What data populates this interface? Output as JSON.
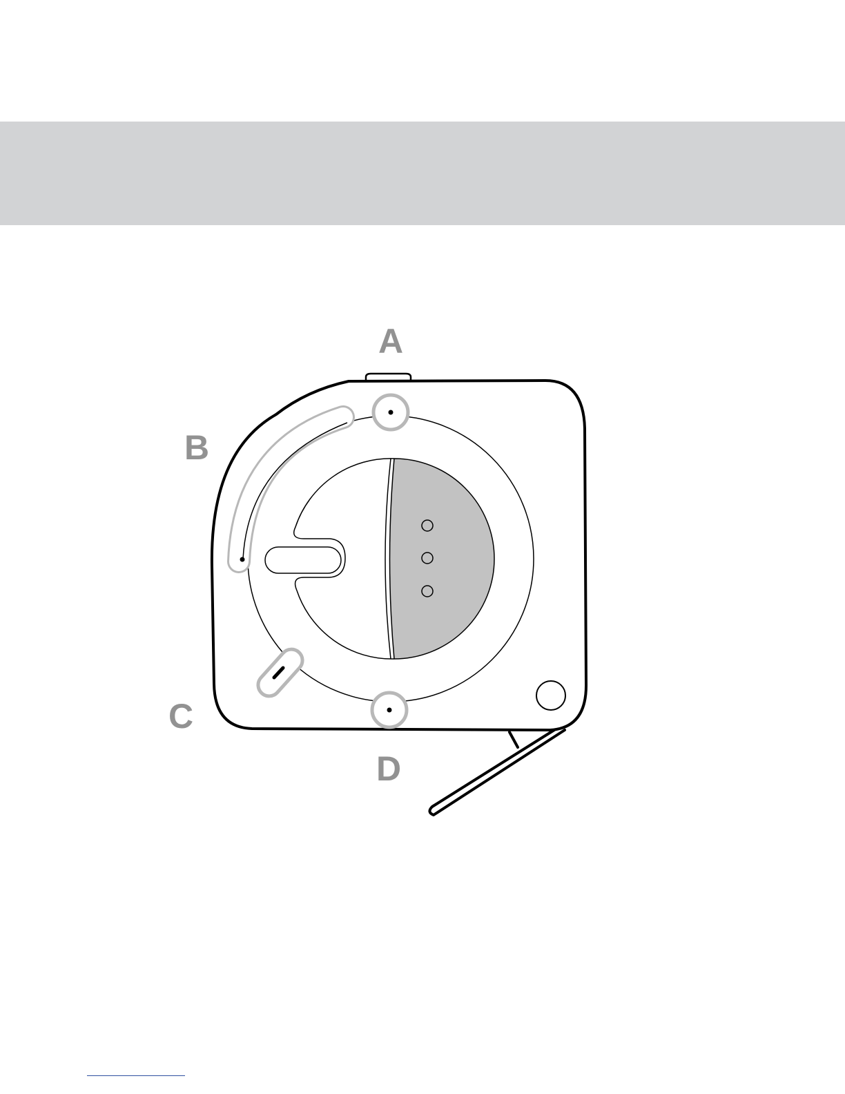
{
  "colors": {
    "header_band": "#d2d3d5",
    "outline": "#000000",
    "callout": "#b8b8b8",
    "label": "#929292",
    "dial_fill": "#c2c2c2",
    "footnote_rule": "#2f4fa0"
  },
  "callouts": {
    "a": {
      "label": "A"
    },
    "b": {
      "label": "B"
    },
    "c": {
      "label": "C"
    },
    "d": {
      "label": "D"
    }
  }
}
